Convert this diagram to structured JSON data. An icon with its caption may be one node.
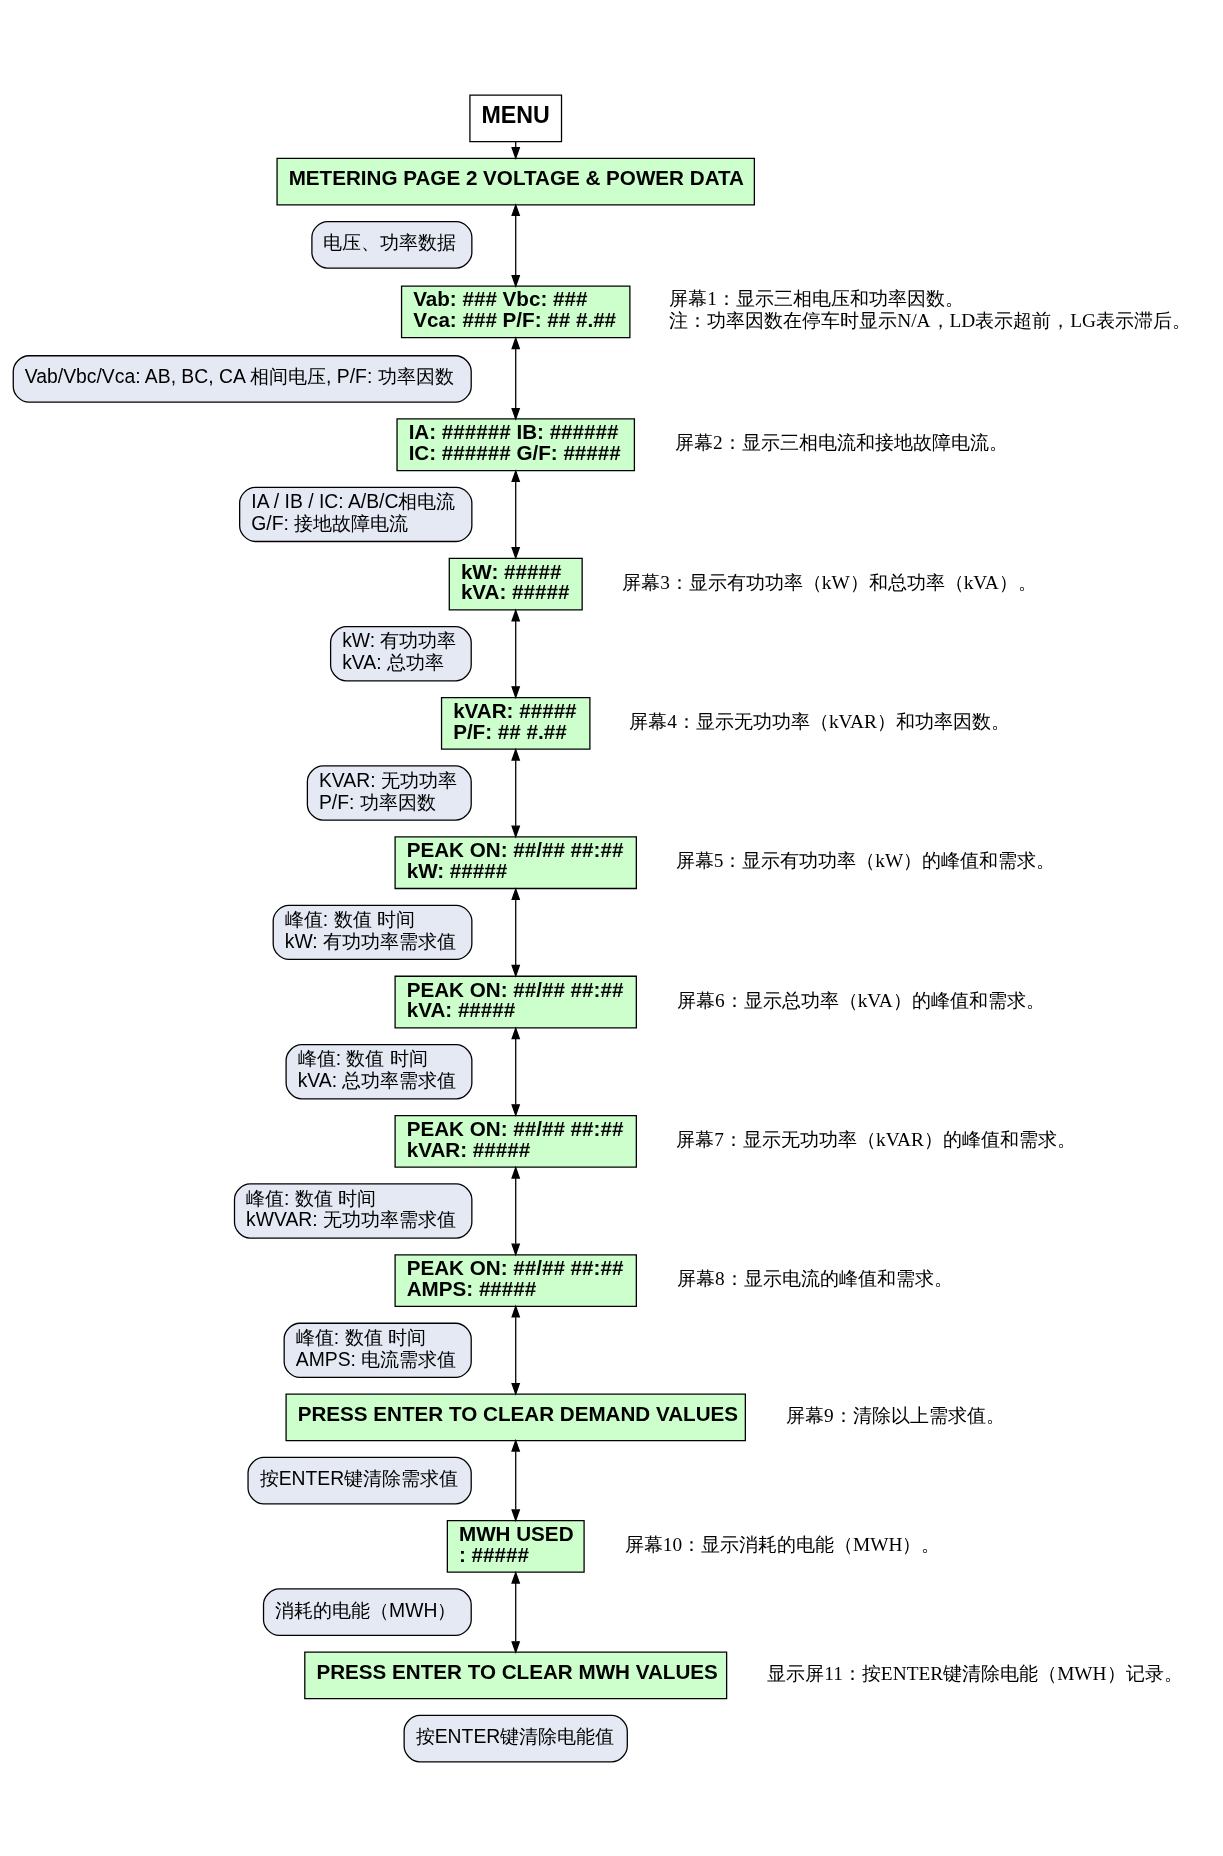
{
  "diagram": {
    "nodes": [
      {
        "text": [
          "MENU"
        ]
      },
      {
        "text": [
          "METERING PAGE 2 VOLTAGE & POWER DATA"
        ]
      },
      {
        "text": [
          "电压、功率数据"
        ]
      },
      {
        "text": [
          "Vab: ### Vbc: ###",
          "Vca: ### P/F: ## #.##"
        ],
        "beside": [
          "屏幕1：显示三相电压和功率因数。",
          "注：功率因数在停车时显示N/A，LD表示超前，LG表示滞后。"
        ]
      },
      {
        "text": [
          "Vab/Vbc/Vca: AB, BC, CA 相间电压, P/F: 功率因数"
        ]
      },
      {
        "text": [
          "IA: ###### IB: ######",
          "IC: ###### G/F: #####"
        ],
        "beside": [
          "屏幕2：显示三相电流和接地故障电流。"
        ]
      },
      {
        "text": [
          "IA / IB / IC: A/B/C相电流",
          "G/F: 接地故障电流"
        ]
      },
      {
        "text": [
          "kW: #####",
          "kVA: #####"
        ],
        "beside": [
          "屏幕3：显示有功功率（kW）和总功率（kVA）。"
        ]
      },
      {
        "text": [
          "kW: 有功功率",
          "kVA: 总功率"
        ]
      },
      {
        "text": [
          "kVAR: #####",
          "P/F: ## #.##"
        ],
        "beside": [
          "屏幕4：显示无功功率（kVAR）和功率因数。"
        ]
      },
      {
        "text": [
          "KVAR: 无功功率",
          "P/F: 功率因数"
        ]
      },
      {
        "text": [
          "PEAK ON: ##/## ##:##",
          "kW: #####"
        ],
        "beside": [
          "屏幕5：显示有功功率（kW）的峰值和需求。"
        ]
      },
      {
        "text": [
          "峰值: 数值 时间",
          "kW: 有功功率需求值"
        ]
      },
      {
        "text": [
          "PEAK ON: ##/## ##:##",
          "kVA: #####"
        ],
        "beside": [
          "屏幕6：显示总功率（kVA）的峰值和需求。"
        ]
      },
      {
        "text": [
          "峰值: 数值 时间",
          "kVA: 总功率需求值"
        ]
      },
      {
        "text": [
          "PEAK ON: ##/## ##:##",
          "kVAR: #####"
        ],
        "beside": [
          "屏幕7：显示无功功率（kVAR）的峰值和需求。"
        ]
      },
      {
        "text": [
          "峰值: 数值 时间",
          "kWVAR: 无功功率需求值"
        ]
      },
      {
        "text": [
          "PEAK ON: ##/## ##:##",
          "AMPS: #####"
        ],
        "beside": [
          "屏幕8：显示电流的峰值和需求。"
        ]
      },
      {
        "text": [
          "峰值: 数值 时间",
          "AMPS: 电流需求值"
        ]
      },
      {
        "text": [
          "PRESS ENTER TO CLEAR DEMAND VALUES"
        ],
        "beside": [
          "屏幕9：清除以上需求值。"
        ]
      },
      {
        "text": [
          "按ENTER键清除需求值"
        ]
      },
      {
        "text": [
          "MWH USED",
          ": #####"
        ],
        "beside": [
          "屏幕10：显示消耗的电能（MWH）。"
        ]
      },
      {
        "text": [
          "消耗的电能（MWH）"
        ]
      },
      {
        "text": [
          "PRESS ENTER TO CLEAR MWH VALUES"
        ],
        "beside": [
          "显示屏11：按ENTER键清除电能（MWH）记录。"
        ]
      },
      {
        "text": [
          "按ENTER键清除电能值"
        ]
      }
    ],
    "edges": [
      {
        "from": 0,
        "to": 1,
        "arrow": "to"
      },
      {
        "from": 1,
        "to": 3,
        "arrow": "both"
      },
      {
        "from": 3,
        "to": 5,
        "arrow": "both"
      },
      {
        "from": 5,
        "to": 7,
        "arrow": "both"
      },
      {
        "from": 7,
        "to": 9,
        "arrow": "both"
      },
      {
        "from": 9,
        "to": 11,
        "arrow": "both"
      },
      {
        "from": 11,
        "to": 13,
        "arrow": "both"
      },
      {
        "from": 13,
        "to": 15,
        "arrow": "both"
      },
      {
        "from": 15,
        "to": 17,
        "arrow": "both"
      },
      {
        "from": 17,
        "to": 19,
        "arrow": "both"
      },
      {
        "from": 19,
        "to": 21,
        "arrow": "both"
      },
      {
        "from": 21,
        "to": 23,
        "arrow": "both"
      }
    ]
  }
}
